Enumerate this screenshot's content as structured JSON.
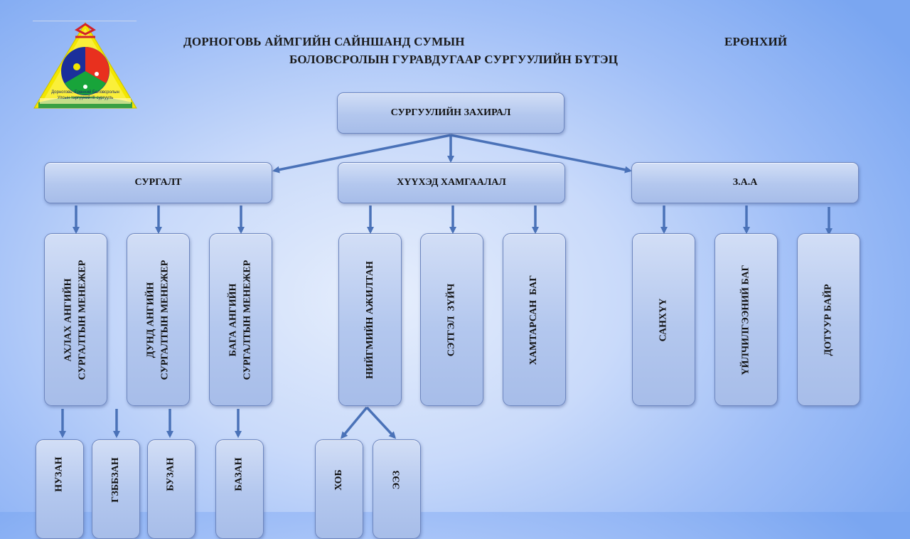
{
  "title": {
    "line1_left": "ДОРНОГОВЬ АЙМГИЙН САЙНШАНД СУМЫН",
    "line1_right": "ЕРӨНХИЙ",
    "line2": "БОЛОВСРОЛЫН  ГУРАВДУГААР СУРГУУЛИЙН БҮТЭЦ"
  },
  "logo": {
    "text_line1": "Дорноговь, Ерөнхий Боловсролын",
    "text_line2": "Улсын тэргүүний III сургууль"
  },
  "root": {
    "label": "СУРГУУЛИЙН ЗАХИРАЛ"
  },
  "departments": [
    {
      "label": "СУРГАЛТ"
    },
    {
      "label": "ХҮҮХЭД ХАМГААЛАЛ"
    },
    {
      "label": "З.А.А"
    }
  ],
  "units": [
    {
      "label": "АХЛАХ АНГИЙН\nСУРГАЛТЫН МЕНЕЖЕР"
    },
    {
      "label": "ДУНД АНГИЙН\nСУРГАЛТЫН МЕНЕЖЕР"
    },
    {
      "label": "БАГА АНГИЙН\nСУРГАЛТЫН МЕНЕЖЕР"
    },
    {
      "label": "НИЙГМИЙН АЖИЛТАН"
    },
    {
      "label": "СЭТГЭЛ  ЗҮЙЧ"
    },
    {
      "label": "ХАМТАРСАН  БАГ"
    },
    {
      "label": "САНХҮҮ"
    },
    {
      "label": "ҮЙЛЧИЛГЭЭНИЙ БАГ"
    },
    {
      "label": "ДОТУУР БАЙР"
    }
  ],
  "subunits": [
    {
      "label": "НУЗАН"
    },
    {
      "label": "ГЗББЗАН"
    },
    {
      "label": "БУЗАН"
    },
    {
      "label": "БАЗАН"
    },
    {
      "label": "ХОБ"
    },
    {
      "label": "ЭЭЗ"
    }
  ],
  "colors": {
    "arrow": "#4a72b8",
    "box_border": "#6d86bf",
    "box_fill": "#b3c7ee"
  }
}
